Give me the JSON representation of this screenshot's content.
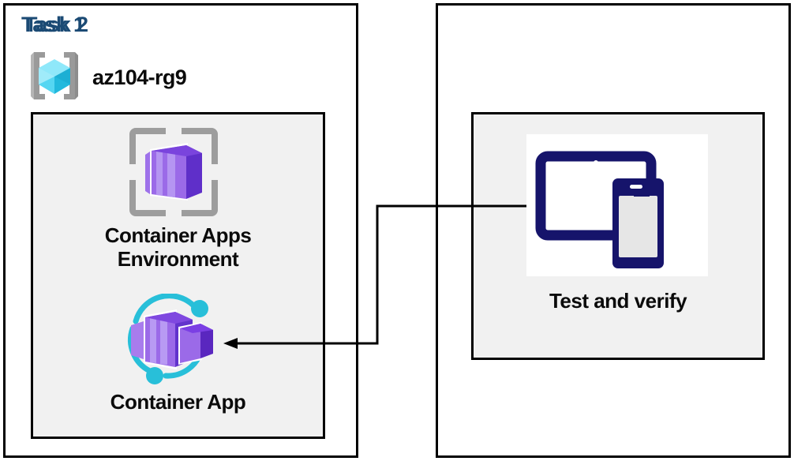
{
  "diagram": {
    "title_color": "#1b4a74",
    "panel_border_color": "#000000",
    "inner_box_fill": "#f1f1f1"
  },
  "task1": {
    "title": "Task 1",
    "resource_group": {
      "name": "az104-rg9",
      "icon": "resource-group-icon"
    },
    "items": [
      {
        "label": "Container Apps\nEnvironment",
        "icon": "container-apps-environment-icon"
      },
      {
        "label": "Container App",
        "icon": "container-app-icon"
      }
    ]
  },
  "task2": {
    "title": "Task 2",
    "items": [
      {
        "label": "Test and verify",
        "icon": "test-and-verify-devices-icon"
      }
    ]
  },
  "connector": {
    "name": "test-to-container-app-arrow",
    "from": "Test and verify",
    "to": "Container App",
    "color": "#000000",
    "arrow_direction": "left"
  },
  "colors": {
    "azure_cube_light": "#7fe3f7",
    "azure_cube_mid": "#36c8ec",
    "azure_cube_dark": "#1fb3d6",
    "bracket_gray": "#9a9a9a",
    "purple_light": "#9b6ae8",
    "purple_mid": "#7b3fe4",
    "purple_dark": "#5a27bf",
    "cyan_ring": "#28bfd9",
    "navy_device": "#16146b",
    "screen_gray": "#e6e6e6"
  }
}
